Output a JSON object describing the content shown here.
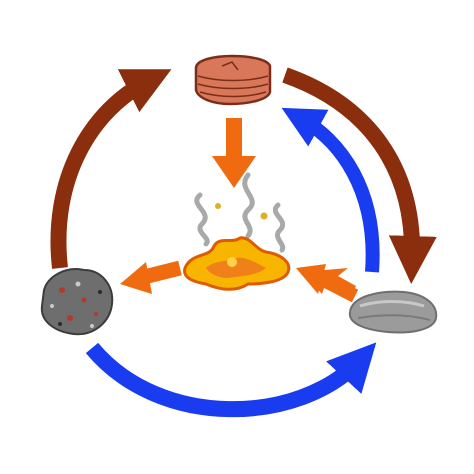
{
  "diagram": {
    "type": "rock-cycle",
    "nodes": [
      {
        "id": "sedimentary",
        "icon": "layered-rock-icon",
        "color": "#d97a5c"
      },
      {
        "id": "metamorphic",
        "icon": "gray-pebble-icon",
        "color": "#9a9a9a"
      },
      {
        "id": "igneous",
        "icon": "speckled-rock-icon",
        "color": "#6e6e6e"
      },
      {
        "id": "magma",
        "icon": "lava-icon",
        "color": "#f7a000"
      }
    ],
    "colors": {
      "brown_arrow": "#8b2e0e",
      "blue_arrow": "#1a3cf0",
      "orange_arrow": "#f06a10",
      "steam": "#a9a9a9"
    }
  }
}
